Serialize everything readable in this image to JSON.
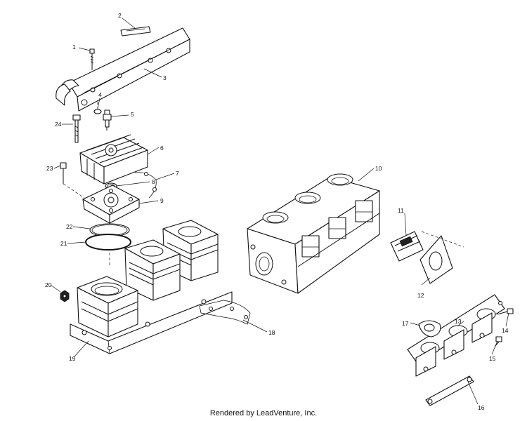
{
  "footer_text": "Rendered by LeadVenture, Inc.",
  "callouts": [
    {
      "id": "1",
      "label": "1"
    },
    {
      "id": "2",
      "label": "2"
    },
    {
      "id": "3",
      "label": "3"
    },
    {
      "id": "4",
      "label": "4"
    },
    {
      "id": "5",
      "label": "5"
    },
    {
      "id": "6",
      "label": "6"
    },
    {
      "id": "7",
      "label": "7"
    },
    {
      "id": "8",
      "label": "8"
    },
    {
      "id": "9",
      "label": "9"
    },
    {
      "id": "10",
      "label": "10"
    },
    {
      "id": "11",
      "label": "11"
    },
    {
      "id": "12",
      "label": "12"
    },
    {
      "id": "13",
      "label": "13"
    },
    {
      "id": "14",
      "label": "14"
    },
    {
      "id": "15",
      "label": "15"
    },
    {
      "id": "16",
      "label": "16"
    },
    {
      "id": "17",
      "label": "17"
    },
    {
      "id": "18",
      "label": "18"
    },
    {
      "id": "19",
      "label": "19"
    },
    {
      "id": "20",
      "label": "20"
    },
    {
      "id": "21",
      "label": "21"
    },
    {
      "id": "22",
      "label": "22"
    },
    {
      "id": "23",
      "label": "23"
    },
    {
      "id": "24",
      "label": "24"
    }
  ]
}
